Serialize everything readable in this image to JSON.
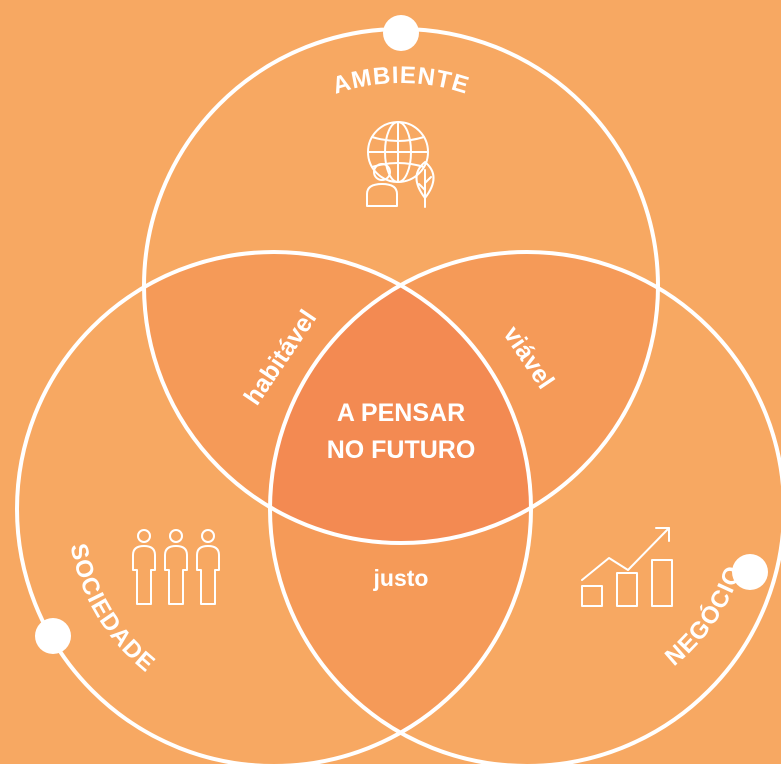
{
  "colors": {
    "background": "#F7A862",
    "pair_overlap": "#F59A58",
    "center_overlap": "#F38A52",
    "outline": "#FFFFFF"
  },
  "circles": {
    "top": {
      "label": "AMBIENTE",
      "icon": "globe-person-leaf-icon"
    },
    "left": {
      "label": "SOCIEDADE",
      "icon": "people-icon"
    },
    "right": {
      "label": "NEGÓCIO",
      "icon": "growth-chart-icon"
    }
  },
  "overlaps": {
    "top_left": "habitável",
    "top_right": "viável",
    "left_right": "justo"
  },
  "center": {
    "line1": "A PENSAR",
    "line2": "NO FUTURO"
  }
}
